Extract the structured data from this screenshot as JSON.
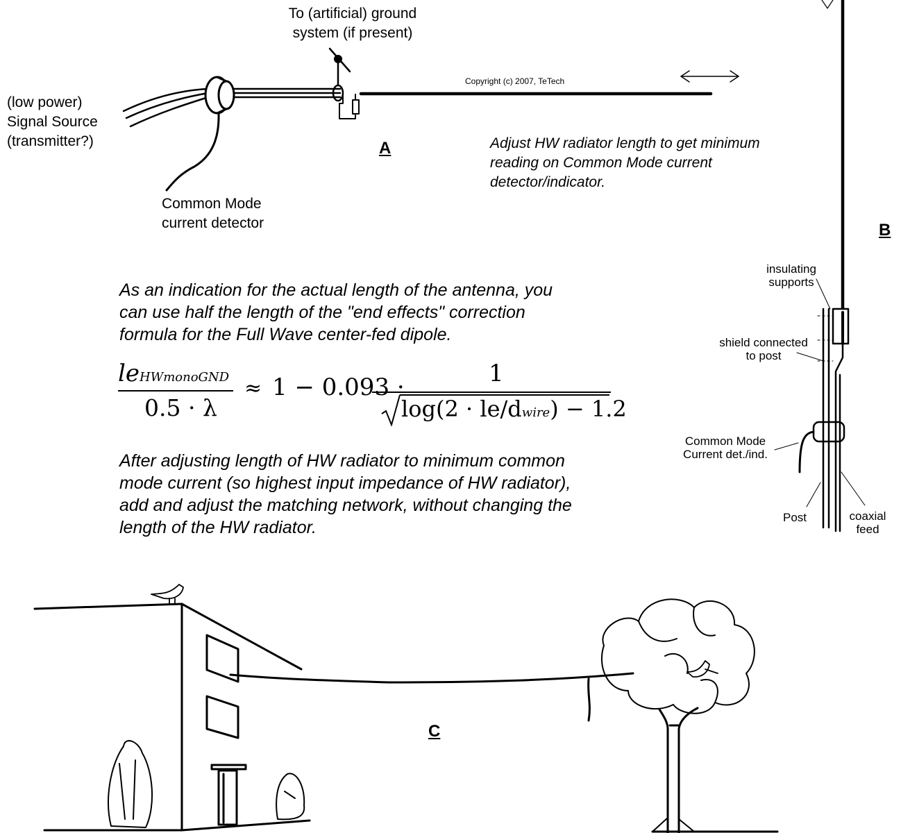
{
  "labels": {
    "ground_system": "To (artificial) ground\nsystem (if present)",
    "copyright": "Copyright (c) 2007, TeTech",
    "signal_source": "(low power)\nSignal Source\n(transmitter?)",
    "cm_detector": "Common Mode\ncurrent detector",
    "adjust_note": "Adjust HW radiator length to get minimum\nreading on Common Mode current\ndetector/indicator.",
    "insulating_supports": "insulating\nsupports",
    "shield_connected": "shield connected\nto post",
    "cm_current_det": "Common Mode\nCurrent det./ind.",
    "post": "Post",
    "coaxial_feed": "coaxial\nfeed",
    "indication_text": "As an indication for the actual length of the antenna, you\ncan use half the length of the \"end effects\" correction\nformula for the Full Wave center-fed dipole.",
    "after_text": "After adjusting length of HW radiator to minimum common\nmode current (so highest input impedance of HW radiator),\nadd and adjust the matching network, without changing the\nlength of the HW radiator."
  },
  "section_tags": {
    "a": "A",
    "b": "B",
    "c": "C"
  },
  "formula": {
    "lhs_num": "le",
    "lhs_sub": "HWmonoGND",
    "lhs_den": "0.5 · λ",
    "approx": "≈",
    "rhs_prefix": "1 − 0.093 ·",
    "rhs_num": "1",
    "rhs_den_a": "log(2 · le/d",
    "rhs_den_sub": "wire",
    "rhs_den_b": ") − 1.2"
  }
}
